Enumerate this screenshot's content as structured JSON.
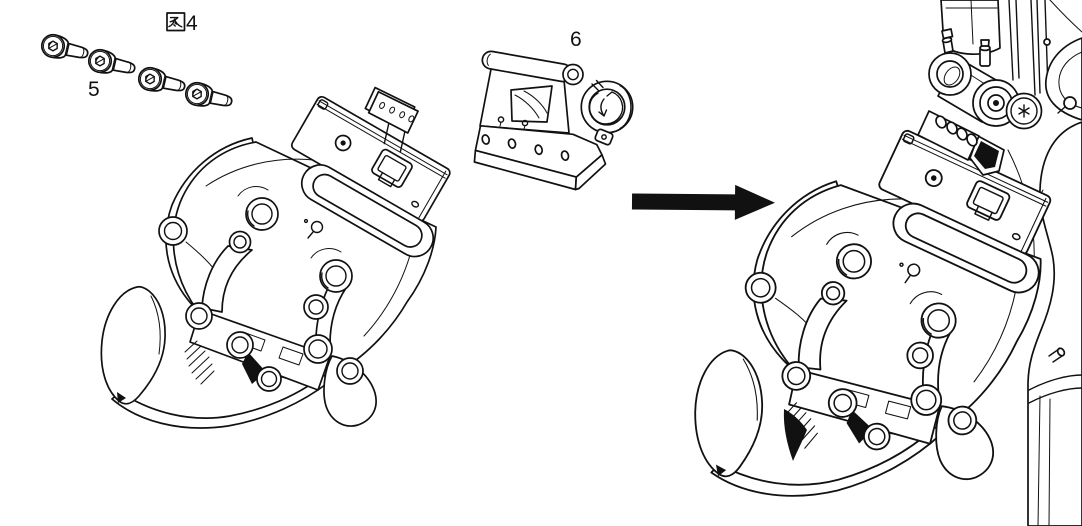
{
  "page": {
    "background_color": "#ffffff",
    "line_color": "#111111",
    "type": "technical-assembly-diagram"
  },
  "figure": {
    "title": "图4",
    "title_char": "图",
    "title_num": "4"
  },
  "callouts": {
    "screws_label": "5",
    "bracket_label": "6"
  },
  "parts": {
    "screws": "socket-head-cap-screws-x4",
    "bracket": "camera-mount-bracket",
    "left_assembly": "gripper-end-effector",
    "right_assembly": "gripper-installed-on-robot-arm",
    "arrow": "assembly-direction-arrow"
  },
  "arrow_color": "#111111"
}
